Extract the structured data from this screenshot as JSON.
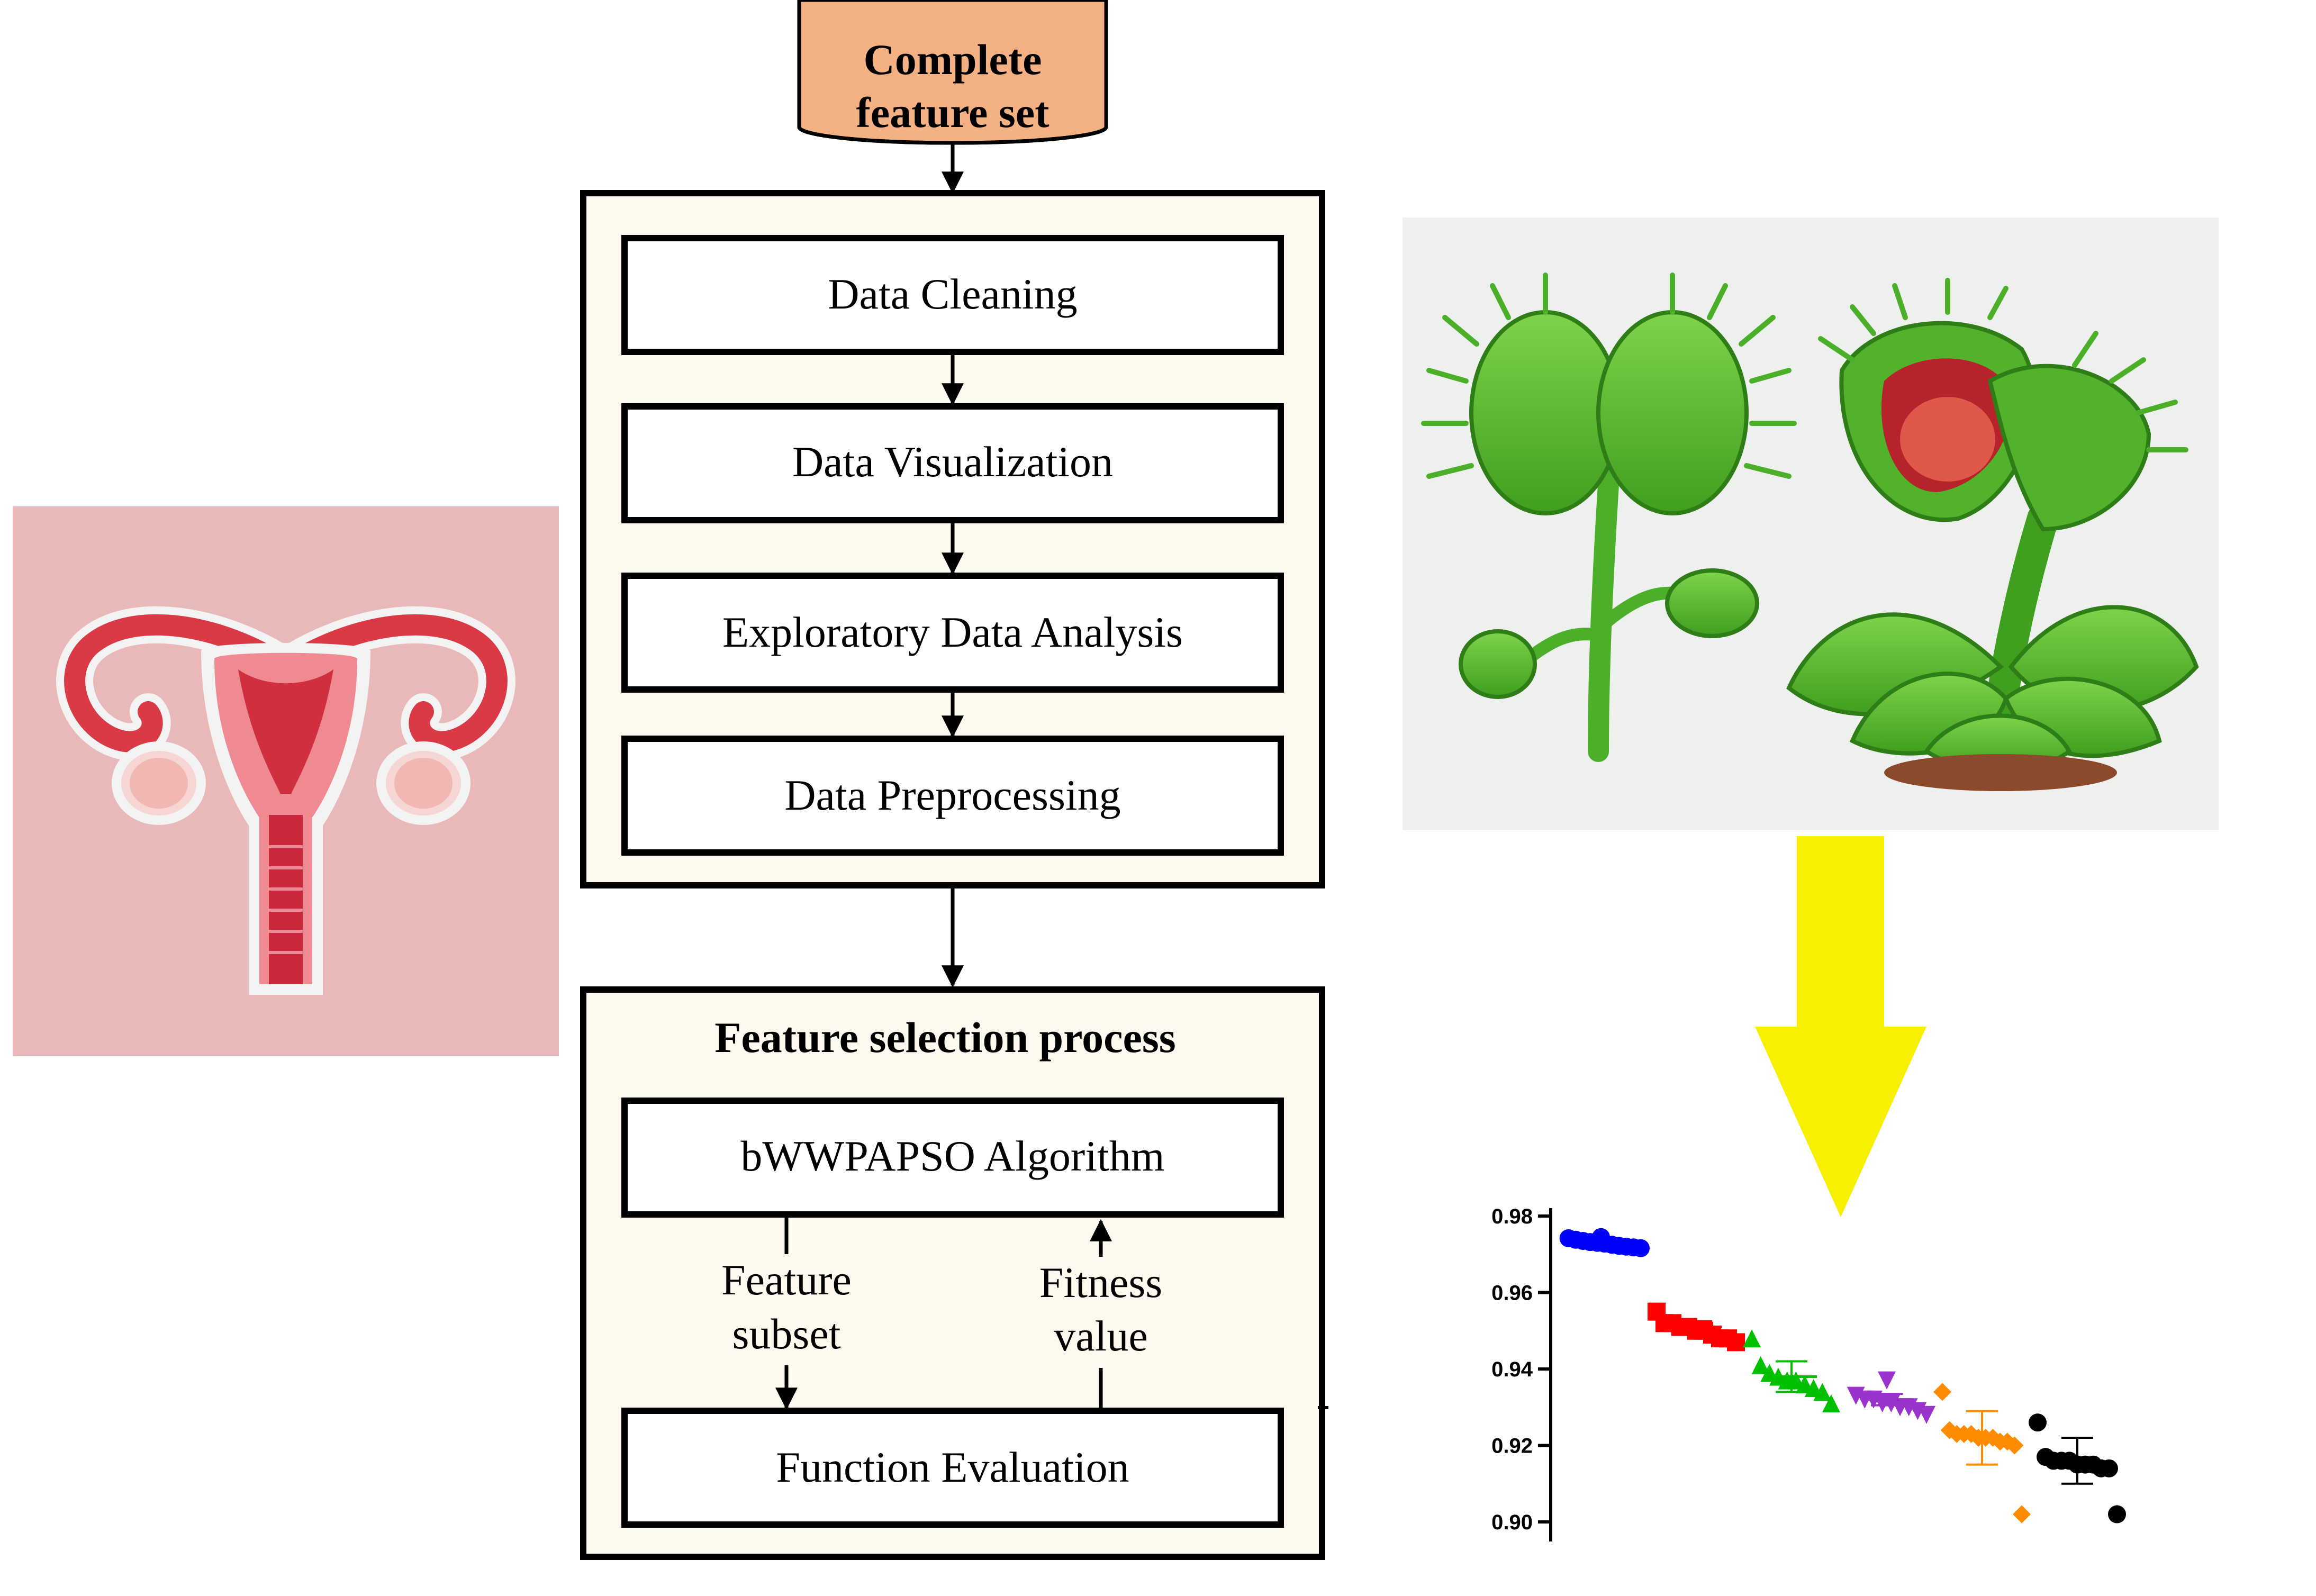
{
  "flow": {
    "source": {
      "line1": "Complete",
      "line2": "feature set"
    },
    "stages": [
      "Data Cleaning",
      "Data Visualization",
      "Exploratory Data Analysis",
      "Data Preprocessing"
    ],
    "feature_selection": {
      "title": "Feature selection process",
      "algorithm": "bWWPAPSO Algorithm",
      "left_edge": {
        "line1": "Feature",
        "line2": "subset"
      },
      "right_edge": {
        "line1": "Fitness",
        "line2": "value"
      },
      "evaluation": "Function Evaluation"
    }
  },
  "images": {
    "left": "uterus-illustration",
    "right": "venus-flytrap-illustration"
  },
  "colors": {
    "source_fill": "#f4b183",
    "panel_fill": "#fdf9ef",
    "arrow_yellow": "#f7f000"
  },
  "chart_data": {
    "type": "scatter",
    "title": "",
    "xlabel": "",
    "ylabel": "",
    "ylim": [
      0.9,
      0.98
    ],
    "yticks": [
      "0.98",
      "0.96",
      "0.94",
      "0.92",
      "0.90"
    ],
    "series": [
      {
        "marker": "circle",
        "color": "#0000ff",
        "values": [
          0.9745,
          0.9742,
          0.9738,
          0.9735,
          0.9732,
          0.973,
          0.9728,
          0.9725,
          0.9722,
          0.972,
          0.9718,
          0.9716
        ],
        "mean": 0.973,
        "sd": 0.0005
      },
      {
        "marker": "square",
        "color": "#ff0000",
        "values": [
          0.955,
          0.952,
          0.952,
          0.951,
          0.951,
          0.95,
          0.95,
          0.949,
          0.948,
          0.948,
          0.947
        ],
        "mean": 0.951,
        "sd": 0.0015
      },
      {
        "marker": "triangle-up",
        "color": "#00c000",
        "values": [
          0.948,
          0.941,
          0.939,
          0.938,
          0.937,
          0.937,
          0.936,
          0.935,
          0.934,
          0.931
        ],
        "mean": 0.938,
        "sd": 0.004
      },
      {
        "marker": "triangle-down",
        "color": "#9933cc",
        "values": [
          0.937,
          0.933,
          0.932,
          0.932,
          0.931,
          0.931,
          0.93,
          0.93,
          0.929,
          0.928
        ],
        "mean": 0.932,
        "sd": 0.0015
      },
      {
        "marker": "diamond",
        "color": "#ff8c00",
        "values": [
          0.934,
          0.924,
          0.923,
          0.923,
          0.923,
          0.922,
          0.922,
          0.922,
          0.921,
          0.921,
          0.92,
          0.902
        ],
        "mean": 0.922,
        "sd": 0.007
      },
      {
        "marker": "circle",
        "color": "#000000",
        "values": [
          0.926,
          0.917,
          0.916,
          0.916,
          0.916,
          0.915,
          0.915,
          0.915,
          0.914,
          0.914,
          0.902
        ],
        "mean": 0.916,
        "sd": 0.006
      }
    ]
  }
}
